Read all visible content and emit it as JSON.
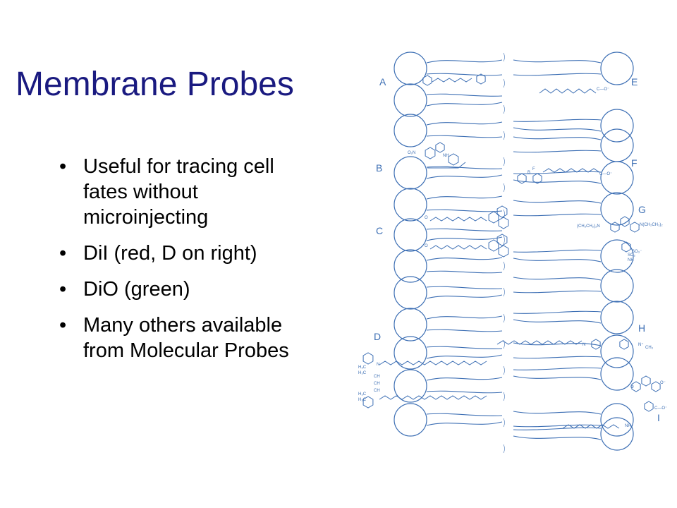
{
  "slide": {
    "title": "Membrane Probes",
    "bullets": [
      "Useful for tracing cell fates without microinjecting",
      "DiI (red, D on right)",
      "DiO (green)",
      "Many others available from Molecular Probes"
    ],
    "bullet_glyph": "•"
  },
  "diagram": {
    "panel_labels": [
      "A",
      "B",
      "C",
      "D",
      "E",
      "F",
      "G",
      "H",
      "I"
    ],
    "line_color": "#3d6fb4",
    "label_color": "#3d6fb4",
    "formula_labels": {
      "nbd_no2": "O₂N",
      "nbd_nh": "NH",
      "bodipy_f": "F",
      "bodipy_b": "B",
      "bodipy_n": "N",
      "rhod_left": "(CH₃CH₂)₂N",
      "rhod_right": "N(CH₂CH₃)₂",
      "rhod_so3": "SO₃⁻",
      "rhod_so2": "SO₂",
      "rhod_nh": "NH",
      "dii_h3c_1": "H₃C",
      "dii_h3c_2": "H₃C",
      "dii_h3c_3": "H₃C",
      "dii_h3c_4": "H₃C",
      "dii_ch": "CH",
      "dii_n": "N",
      "h_n_left": "N",
      "h_n_right": "N⁺",
      "h_ch3": "CH₃",
      "i_o": "O",
      "i_o2": "O⁻",
      "i_coo": "C—O⁻",
      "i_nh": "NH",
      "c_o": "O",
      "e_coo": "C—O⁻",
      "f_coo": "C—O⁻"
    }
  }
}
